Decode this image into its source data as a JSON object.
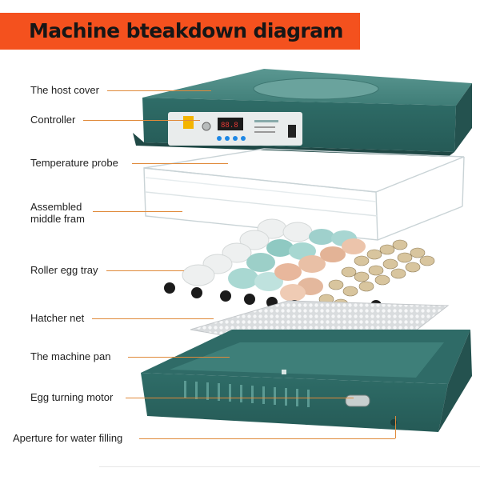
{
  "title": "Machine bteakdown diagram",
  "labels": [
    {
      "id": "host-cover",
      "text": "The host cover"
    },
    {
      "id": "controller",
      "text": "Controller"
    },
    {
      "id": "temperature-probe",
      "text": "Temperature probe"
    },
    {
      "id": "middle-frame",
      "text": "Assembled\nmiddle fram"
    },
    {
      "id": "roller-egg-tray",
      "text": "Roller egg tray"
    },
    {
      "id": "hatcher-net",
      "text": "Hatcher net"
    },
    {
      "id": "machine-pan",
      "text": "The machine pan"
    },
    {
      "id": "egg-turning-motor",
      "text": "Egg turning motor"
    },
    {
      "id": "water-aperture",
      "text": "Aperture for water filling"
    }
  ],
  "colors": {
    "banner": "#f4511e",
    "leader": "#e08a3a",
    "device_teal": "#2f6b67",
    "device_teal_light": "#4d8c86"
  }
}
